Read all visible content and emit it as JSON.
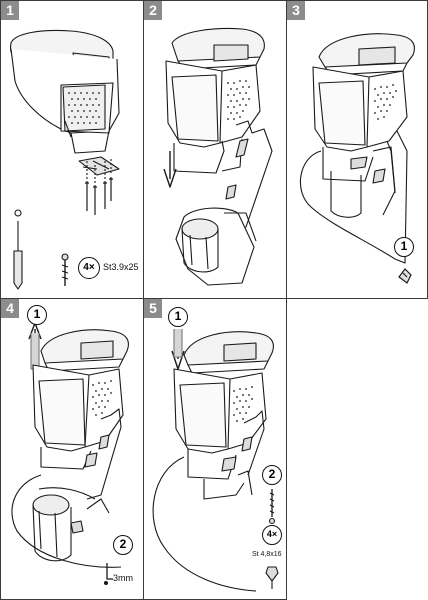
{
  "steps": [
    {
      "number": "1"
    },
    {
      "number": "2"
    },
    {
      "number": "3"
    },
    {
      "number": "4"
    },
    {
      "number": "5"
    }
  ],
  "step1": {
    "qty": "4×",
    "screw_spec": "St3.9x25"
  },
  "step3": {
    "callout": "1"
  },
  "step4": {
    "callout_1": "1",
    "callout_2": "2",
    "drill_size": "3mm"
  },
  "step5": {
    "callout_1": "1",
    "callout_2": "2",
    "qty": "4×",
    "screw_spec": "St 4,8x16"
  },
  "colors": {
    "badge": "#8c8c8c",
    "line": "#1a1a1a",
    "shade": "#d6d6d6"
  }
}
